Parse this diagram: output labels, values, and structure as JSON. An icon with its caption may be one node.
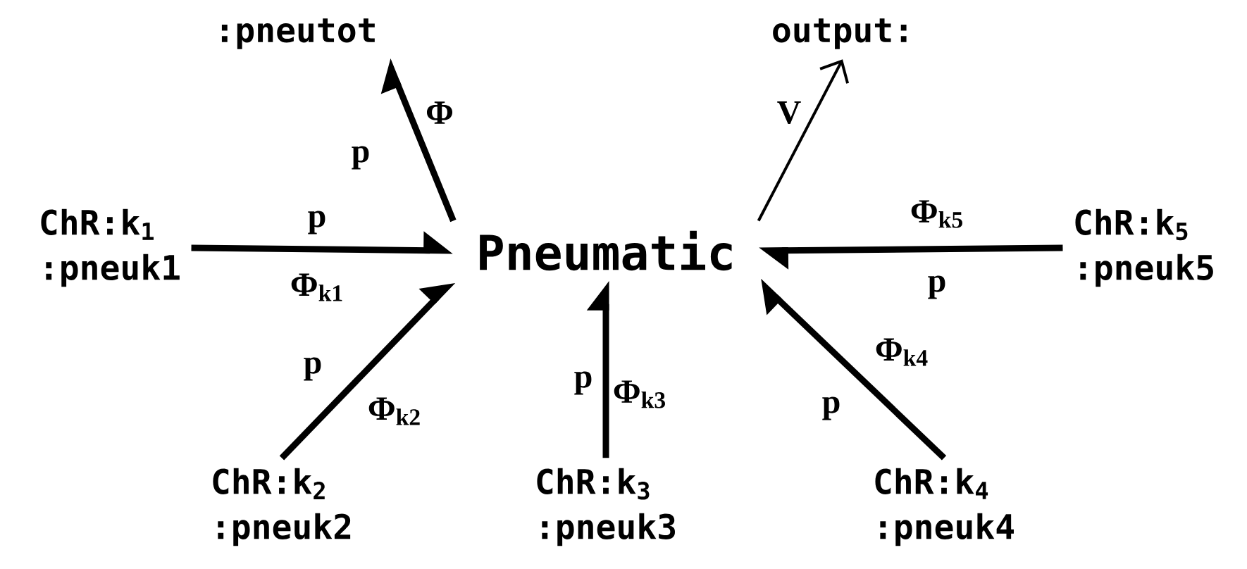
{
  "diagram": {
    "nodes": [
      {
        "text": [
          "Pneumatic"
        ]
      },
      {
        "text": [
          ":pneutot"
        ]
      },
      {
        "text": [
          "output:"
        ]
      },
      {
        "text": [
          "ChR:k$_{1}$",
          ":pneuk1"
        ]
      },
      {
        "text": [
          "ChR:k$_{2}$",
          ":pneuk2"
        ]
      },
      {
        "text": [
          "ChR:k$_{3}$",
          ":pneuk3"
        ]
      },
      {
        "text": [
          "ChR:k$_{4}$",
          ":pneuk4"
        ]
      },
      {
        "text": [
          "ChR:k$_{5}$",
          ":pneuk5"
        ]
      }
    ],
    "edges": [
      {
        "from": 3,
        "to": 0,
        "arrow": "to",
        "label": [
          "p",
          "Φ$_{k1}$"
        ]
      },
      {
        "from": 4,
        "to": 0,
        "arrow": "to",
        "label": [
          "p",
          "Φ$_{k2}$"
        ]
      },
      {
        "from": 5,
        "to": 0,
        "arrow": "to",
        "label": [
          "p",
          "Φ$_{k3}$"
        ]
      },
      {
        "from": 6,
        "to": 0,
        "arrow": "to",
        "label": [
          "p",
          "Φ$_{k4}$"
        ]
      },
      {
        "from": 7,
        "to": 0,
        "arrow": "to",
        "label": [
          "Φ$_{k5}$",
          "p"
        ]
      },
      {
        "from": 0,
        "to": 1,
        "arrow": "to",
        "label": [
          "p",
          "Φ"
        ]
      },
      {
        "from": 0,
        "to": 2,
        "arrow": "to",
        "label": [
          "V"
        ]
      }
    ]
  }
}
